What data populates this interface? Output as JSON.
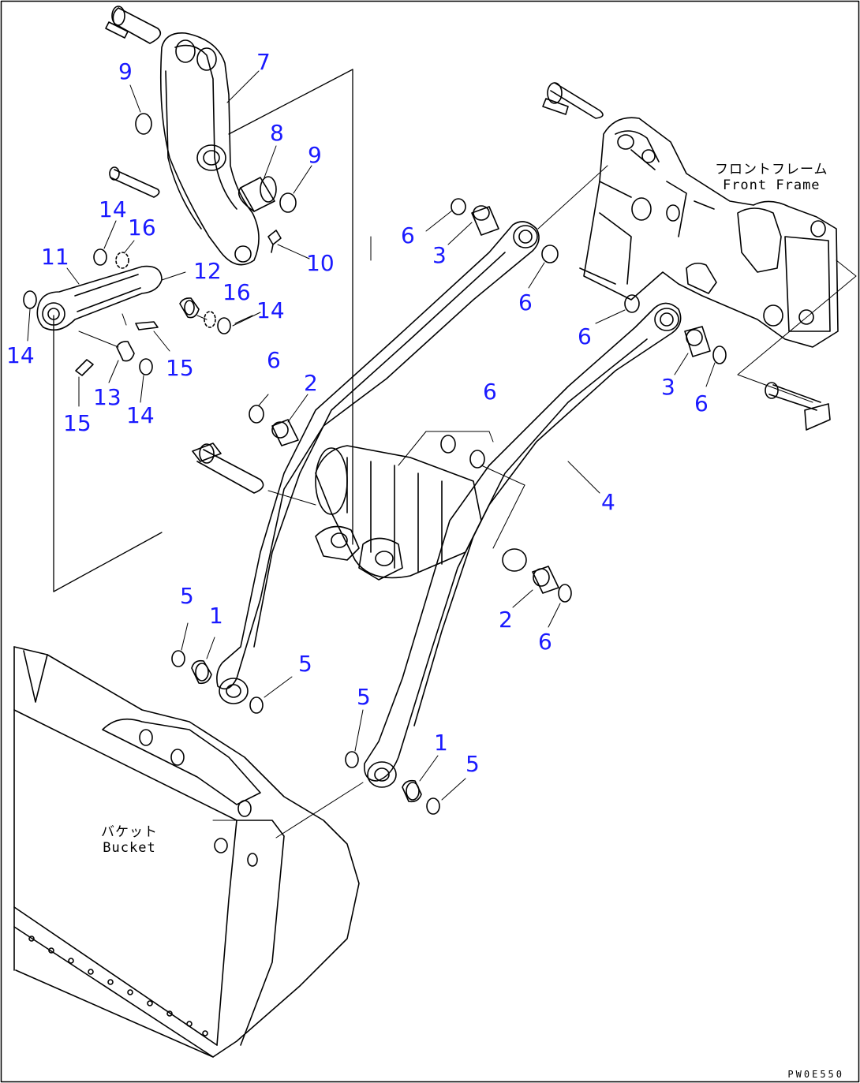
{
  "drawing": {
    "labels": {
      "front_frame_jp": "フロントフレーム",
      "front_frame_en": "Front Frame",
      "bucket_jp": "バケット",
      "bucket_en": "Bucket"
    },
    "code": "PW0E550",
    "callouts": [
      "9",
      "7",
      "8",
      "9",
      "14",
      "16",
      "11",
      "12",
      "10",
      "16",
      "14",
      "14",
      "15",
      "13",
      "14",
      "15",
      "6",
      "3",
      "6",
      "6",
      "3",
      "6",
      "6",
      "2",
      "6",
      "4",
      "5",
      "1",
      "5",
      "2",
      "6",
      "5",
      "1",
      "5"
    ]
  }
}
